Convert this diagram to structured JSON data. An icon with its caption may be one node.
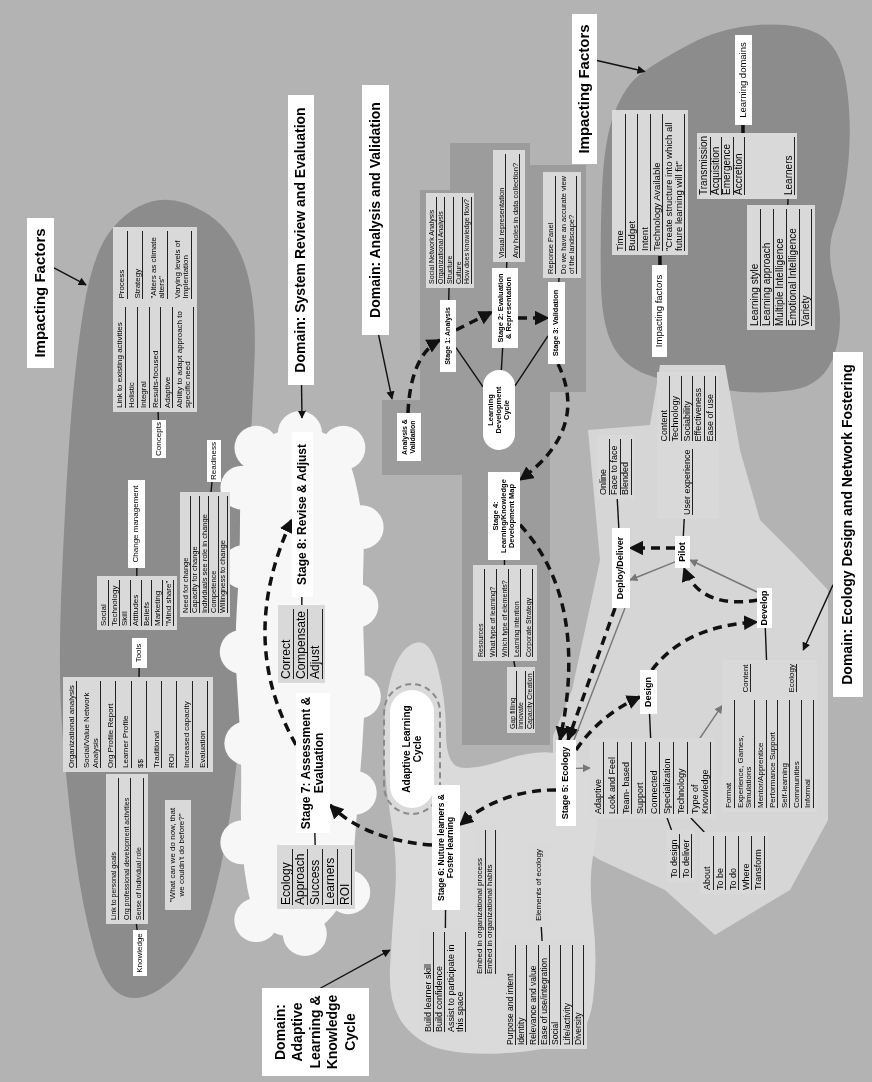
{
  "diagram": {
    "nodes": [
      {
        "text": [
          "Impacting Factors"
        ]
      },
      {
        "text": [],
        "shape": "blob"
      },
      {
        "text": [
          "Process",
          "Strategy",
          "Link to existing activities",
          "Holistic",
          "Integral",
          "Results-focused",
          "Adaptive",
          "\"Alters as climate alters\"",
          "Ability to adapt approach to specific need",
          "Varying levels of Implentation"
        ],
        "in": 1
      },
      {
        "text": [
          "Concepts"
        ],
        "in": 1
      },
      {
        "text": [
          "Change management"
        ],
        "in": 1
      },
      {
        "text": [
          "Social",
          "Technology",
          "Skill",
          "Attitudes",
          "Beliefs",
          "Marketing",
          "\"Mind share\""
        ],
        "in": 1
      },
      {
        "text": [
          "Readiness"
        ],
        "in": 1
      },
      {
        "text": [
          "Need for change",
          "Capacity for change",
          "Individuals see role in change",
          "Competence",
          "Willingness to change"
        ],
        "in": 1
      },
      {
        "text": [
          "Tools"
        ],
        "in": 1
      },
      {
        "text": [
          "Organizational analysis",
          "Social/Value Network Analysis",
          "Org Profile Report",
          "Learner Profile",
          "$$",
          "Traditional",
          "ROI",
          "Increased capacity",
          "Evaluation"
        ],
        "in": 1
      },
      {
        "text": [
          "Link to personal goals",
          "Org professional development activities",
          "Sense of Individual role"
        ],
        "in": 1
      },
      {
        "text": [
          "Knowledge"
        ],
        "in": 1
      },
      {
        "text": [
          "\"What can we do now, that we couldn't do before?\""
        ],
        "in": 1
      },
      {
        "text": [
          "Domain: System Review and Evaluation"
        ]
      },
      {
        "text": [
          "Domain: Analysis and Validation"
        ]
      },
      {
        "text": [],
        "shape": "cloud"
      },
      {
        "text": [
          "Stage 8: Revise & Adjust"
        ],
        "in": 15
      },
      {
        "text": [
          "Correct",
          "Compensate",
          "Adjust"
        ],
        "in": 15
      },
      {
        "text": [
          "Stage 7: Assessment & Evaluation"
        ],
        "in": 15
      },
      {
        "text": [
          "Ecology",
          "Approach",
          "Success",
          "Learners",
          "ROI"
        ],
        "in": 15
      },
      {
        "text": [],
        "shape": "polygon"
      },
      {
        "text": [
          "Analysis & Validation"
        ],
        "in": 20
      },
      {
        "text": [
          "Stage 1: Analysis"
        ],
        "in": 20
      },
      {
        "text": [
          "Social Network Analysis",
          "Organizational Analysis",
          "Structure",
          "Culture",
          "How does knowledge flow?"
        ],
        "in": 20
      },
      {
        "text": [
          "Stage 2: Evaluation & Representation"
        ],
        "in": 20
      },
      {
        "text": [
          "Visual representation",
          "Any holes in data collection?"
        ],
        "in": 20
      },
      {
        "text": [
          "Stage 3: Validation"
        ],
        "in": 20
      },
      {
        "text": [
          "Reponse Panel",
          "Do we have an accurate view of the landscape?"
        ],
        "in": 20
      },
      {
        "text": [
          "Learning Development Cycle"
        ],
        "in": 20
      },
      {
        "text": [
          "Stage 4: Learning/Knowledge Development Map"
        ],
        "in": 20
      },
      {
        "text": [
          "Resources",
          "What type of learning?",
          "Which type of elements?",
          "Learning intention",
          "Corporate Strategy"
        ],
        "in": 20
      },
      {
        "text": [
          "Gap filling",
          "Innovate",
          "Capacity Creation"
        ],
        "in": 20
      },
      {
        "text": [
          "Impacting Factors"
        ]
      },
      {
        "text": [],
        "shape": "blob"
      },
      {
        "text": [
          "Time",
          "Budget",
          "Intent",
          "Technology Available",
          "\"Create structure into which all future learning will fit\""
        ],
        "in": 33
      },
      {
        "text": [
          "Impacting factors"
        ],
        "in": 33
      },
      {
        "text": [
          "Learning domains"
        ],
        "in": 33
      },
      {
        "text": [
          "Transmission",
          "Acquisition",
          "Emergence",
          "Accretion",
          "Learners"
        ],
        "in": 33
      },
      {
        "text": [
          "Learning style",
          "Learning approach",
          "Multiple Intelligence",
          "Emotional Intelligence",
          "Variety"
        ],
        "in": 33
      },
      {
        "text": [
          "Domain: Ecology Design and Network Fostering"
        ]
      },
      {
        "text": [],
        "shape": "polygon"
      },
      {
        "text": [
          "Deploy/Deliver"
        ],
        "in": 40
      },
      {
        "text": [
          "Online",
          "Face to face",
          "Blended"
        ],
        "in": 40
      },
      {
        "text": [
          "Pilot"
        ],
        "in": 40
      },
      {
        "text": [
          "User experience",
          "Content",
          "Technology",
          "Sociability",
          "Effectiveness",
          "Ease of use"
        ],
        "in": 40
      },
      {
        "text": [
          "Develop"
        ],
        "in": 40
      },
      {
        "text": [
          "Design"
        ],
        "in": 40
      },
      {
        "text": [
          "Content",
          "Ecology",
          "Format",
          "Experience, Games, Simulations",
          "Mentor/Apprentice",
          "Performance Support",
          "Self-learning",
          "Communities",
          "Informal"
        ],
        "in": 40
      },
      {
        "text": [
          "Stage 5: Ecology"
        ]
      },
      {
        "text": [
          "Adaptive",
          "Look and Feel",
          "Team- based",
          "Support",
          "Connected",
          "Specialization",
          "Technology",
          "Type of Knowledge"
        ],
        "in": 40
      },
      {
        "text": [
          "To design",
          "To deliver"
        ],
        "in": 40
      },
      {
        "text": [
          "About",
          "To be",
          "To do",
          "Where",
          "Transform"
        ],
        "in": 40
      },
      {
        "text": [
          "Domain: Adaptive Learning & Knowledge Cycle"
        ]
      },
      {
        "text": [],
        "shape": "blob"
      },
      {
        "text": [
          "Adaptive Learning Cycle"
        ],
        "in": 53
      },
      {
        "text": [
          "Stage 6: Nuture learners & Foster learning"
        ],
        "in": 53
      },
      {
        "text": [
          "Build learner skill",
          "Build confidence",
          "Assist to participate in this space"
        ],
        "in": 53
      },
      {
        "text": [
          "Embed in organizational process",
          "Embed in organizational habits"
        ],
        "in": 53
      },
      {
        "text": [
          "Elements of ecology"
        ],
        "in": 53
      },
      {
        "text": [
          "Purpose and intent",
          "Identity",
          "Relevance and value",
          "Ease of use/integration",
          "Social",
          "Life/activity",
          "Diversity"
        ],
        "in": 53
      }
    ],
    "edges": [
      {
        "from": 0,
        "to": 1,
        "arrow": "to"
      },
      {
        "from": 3,
        "to": 2,
        "arrow": "none"
      },
      {
        "from": 4,
        "to": 5,
        "arrow": "none"
      },
      {
        "from": 6,
        "to": 7,
        "arrow": "none"
      },
      {
        "from": 8,
        "to": 9,
        "arrow": "none"
      },
      {
        "from": 11,
        "to": 10,
        "arrow": "none"
      },
      {
        "from": 13,
        "to": 15,
        "arrow": "to"
      },
      {
        "from": 14,
        "to": 20,
        "arrow": "to"
      },
      {
        "from": 21,
        "to": 22,
        "arrow": "to",
        "style": "dashed"
      },
      {
        "from": 22,
        "to": 24,
        "arrow": "to",
        "style": "dashed"
      },
      {
        "from": 24,
        "to": 26,
        "arrow": "to",
        "style": "dashed"
      },
      {
        "from": 28,
        "to": 22,
        "arrow": "none"
      },
      {
        "from": 28,
        "to": 24,
        "arrow": "none"
      },
      {
        "from": 28,
        "to": 26,
        "arrow": "none"
      },
      {
        "from": 22,
        "to": 23,
        "arrow": "none"
      },
      {
        "from": 24,
        "to": 25,
        "arrow": "none"
      },
      {
        "from": 26,
        "to": 27,
        "arrow": "none"
      },
      {
        "from": 26,
        "to": 29,
        "arrow": "to",
        "style": "dashed"
      },
      {
        "from": 29,
        "to": 30,
        "arrow": "none"
      },
      {
        "from": 30,
        "to": 31,
        "arrow": "none"
      },
      {
        "from": 29,
        "to": 48,
        "arrow": "to",
        "style": "dashed"
      },
      {
        "from": 48,
        "to": 46,
        "arrow": "to",
        "style": "dashed"
      },
      {
        "from": 46,
        "to": 45,
        "arrow": "to",
        "style": "dashed"
      },
      {
        "from": 45,
        "to": 43,
        "arrow": "to",
        "style": "dashed"
      },
      {
        "from": 43,
        "to": 41,
        "arrow": "to",
        "style": "dashed"
      },
      {
        "from": 41,
        "to": 48,
        "arrow": "to",
        "style": "dashed"
      },
      {
        "from": 41,
        "to": 48,
        "arrow": "none",
        "color": "#777777"
      },
      {
        "from": 45,
        "to": 43,
        "arrow": "to",
        "color": "#777777"
      },
      {
        "from": 43,
        "to": 41,
        "arrow": "to",
        "color": "#777777"
      },
      {
        "from": 41,
        "to": 42,
        "arrow": "none"
      },
      {
        "from": 43,
        "to": 44,
        "arrow": "none"
      },
      {
        "from": 45,
        "to": 47,
        "arrow": "none"
      },
      {
        "from": 46,
        "to": 49,
        "arrow": "none"
      },
      {
        "from": 49,
        "to": 47,
        "arrow": "to",
        "color": "#777777"
      },
      {
        "from": 48,
        "to": 49,
        "arrow": "to",
        "color": "#777777"
      },
      {
        "from": 49,
        "to": 50,
        "arrow": "none"
      },
      {
        "from": 49,
        "to": 51,
        "arrow": "none"
      },
      {
        "from": 48,
        "to": 55,
        "arrow": "to",
        "style": "dashed"
      },
      {
        "from": 55,
        "to": 18,
        "arrow": "to",
        "style": "dashed"
      },
      {
        "from": 18,
        "to": 16,
        "arrow": "to",
        "style": "dashed"
      },
      {
        "from": 16,
        "to": 17,
        "arrow": "none"
      },
      {
        "from": 18,
        "to": 19,
        "arrow": "none"
      },
      {
        "from": 55,
        "to": 56,
        "arrow": "none"
      },
      {
        "from": 58,
        "to": 59,
        "arrow": "none"
      },
      {
        "from": 35,
        "to": 34,
        "arrow": "none",
        "style": "dashed"
      },
      {
        "from": 36,
        "to": 37,
        "arrow": "none",
        "style": "dashed"
      },
      {
        "from": 37,
        "to": 38,
        "arrow": "none"
      },
      {
        "from": 32,
        "to": 33,
        "arrow": "to"
      },
      {
        "from": 39,
        "to": 40,
        "arrow": "to"
      },
      {
        "from": 52,
        "to": 53,
        "arrow": "to"
      }
    ]
  }
}
